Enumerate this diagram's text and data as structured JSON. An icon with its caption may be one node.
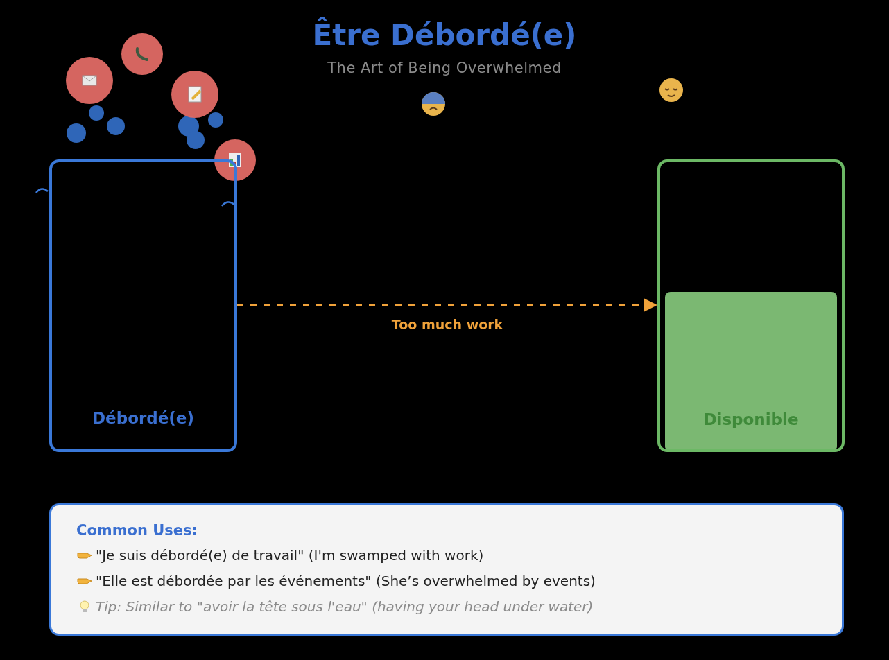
{
  "diagram": {
    "title": "Être Débordé(e)",
    "nodes": [
      {
        "text": [
          "Débordé(e)"
        ]
      },
      {
        "text": [
          "Disponible"
        ]
      },
      {
        "text": [
          "Common Uses:",
          "\"Je suis débordé(e) de travail\" (I'm swamped with work)",
          "\"Elle est débordée par les événements\" (She’s overwhelmed by events)",
          "Tip: Similar to \"avoir la tête sous l'eau\" (having your head under water)"
        ]
      }
    ],
    "edges": [
      {
        "from": 0,
        "to": 1,
        "arrow": "to",
        "label": "Too much work",
        "style": "dashed"
      }
    ],
    "labels": [
      "The Art of Being Overwhelmed"
    ]
  }
}
